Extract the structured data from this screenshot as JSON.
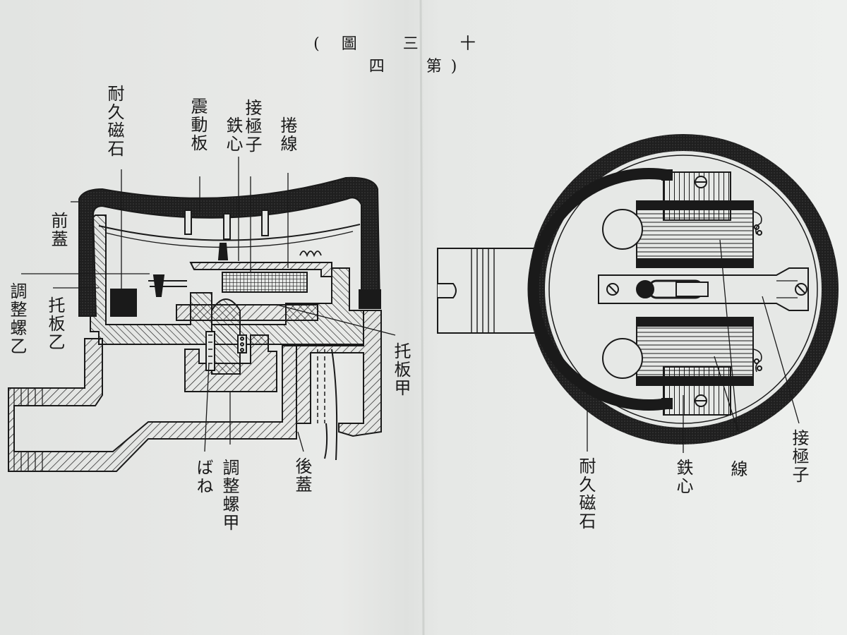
{
  "figure": {
    "title_parts": [
      "(",
      "圖",
      "三",
      "十",
      "四",
      "第",
      ")"
    ]
  },
  "left_diagram": {
    "labels": {
      "permanent_magnet": "耐久磁石",
      "diaphragm": "震動板",
      "armature": "接極子",
      "iron_core": "鉄心",
      "coil": "捲線",
      "front_cover": "前蓋",
      "adjust_screw_b": "調整螺乙",
      "support_plate_b": "托板乙",
      "support_plate_a": "托板甲",
      "spring": "ばね",
      "adjust_screw_a": "調整螺甲",
      "rear_cover": "後蓋"
    }
  },
  "right_diagram": {
    "labels": {
      "permanent_magnet": "耐久磁石",
      "iron_core": "鉄心",
      "coil": "線",
      "armature": "接極子"
    }
  },
  "colors": {
    "ink": "#1a1a1a",
    "paper": "#e6e8e6"
  }
}
